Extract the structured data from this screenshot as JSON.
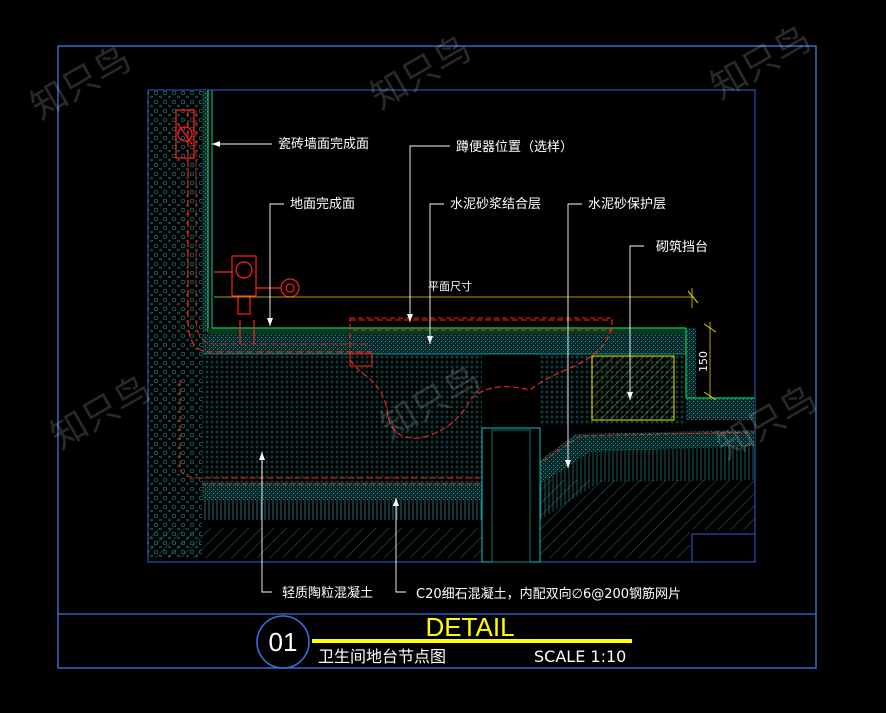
{
  "labels": {
    "tile_wall": "瓷砖墙面完成面",
    "toilet_position": "蹲便器位置（选样）",
    "floor_finish": "地面完成面",
    "mortar_bond": "水泥砂浆结合层",
    "mortar_protect": "水泥砂保护层",
    "masonry_curb": "砌筑挡台",
    "plan_dim": "平面尺寸",
    "dim_150": "150",
    "ceramsite_concrete": "轻质陶粒混凝土",
    "c20_concrete": "C20细石混凝土，内配双向∅6@200钢筋网片"
  },
  "title_block": {
    "number": "01",
    "title": "DETAIL",
    "subtitle": "卫生间地台节点图",
    "scale": "SCALE 1:10"
  },
  "watermark": "知只鸟",
  "colors": {
    "frame": "#3a6fd8",
    "title": "#ffff00",
    "cyan": "#00c8c8",
    "green": "#00b050",
    "red": "#ff2020",
    "text": "#ffffff"
  }
}
